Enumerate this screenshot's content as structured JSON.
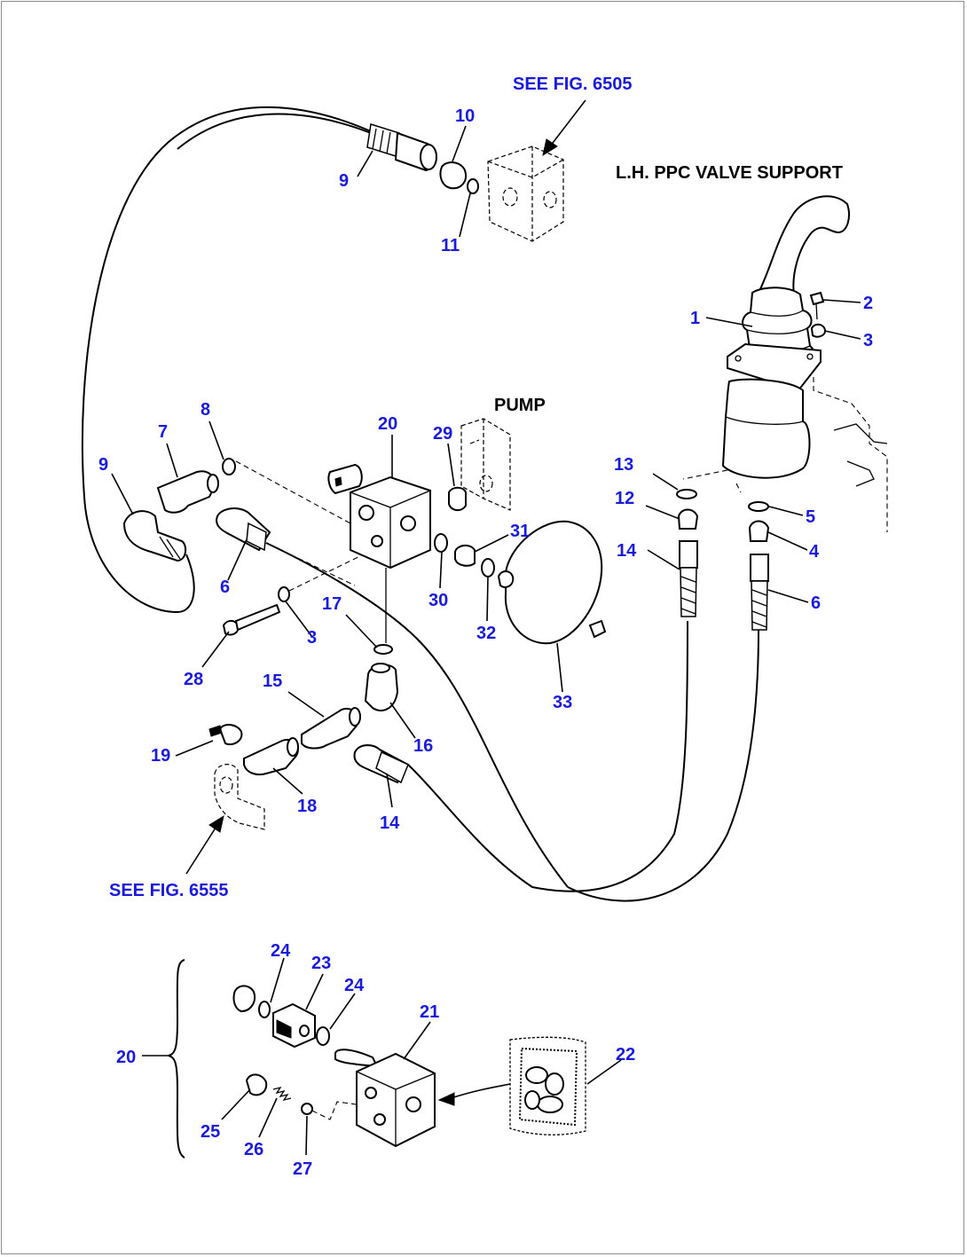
{
  "refs": {
    "see_fig_6505": "SEE FIG. 6505",
    "see_fig_6555": "SEE FIG. 6555"
  },
  "headings": {
    "valve_support": "L.H. PPC VALVE SUPPORT",
    "pump": "PUMP"
  },
  "callouts": {
    "c1": "1",
    "c2": "2",
    "c3a": "3",
    "c3b": "3",
    "c4": "4",
    "c5": "5",
    "c6a": "6",
    "c6b": "6",
    "c7": "7",
    "c8": "8",
    "c9a": "9",
    "c9b": "9",
    "c10": "10",
    "c11": "11",
    "c12": "12",
    "c13": "13",
    "c14a": "14",
    "c14b": "14",
    "c15": "15",
    "c16": "16",
    "c17": "17",
    "c18": "18",
    "c19": "19",
    "c20a": "20",
    "c20b": "20",
    "c21": "21",
    "c22": "22",
    "c23": "23",
    "c24a": "24",
    "c24b": "24",
    "c25": "25",
    "c26": "26",
    "c27": "27",
    "c28": "28",
    "c29": "29",
    "c30": "30",
    "c31": "31",
    "c32": "32",
    "c33": "33"
  }
}
